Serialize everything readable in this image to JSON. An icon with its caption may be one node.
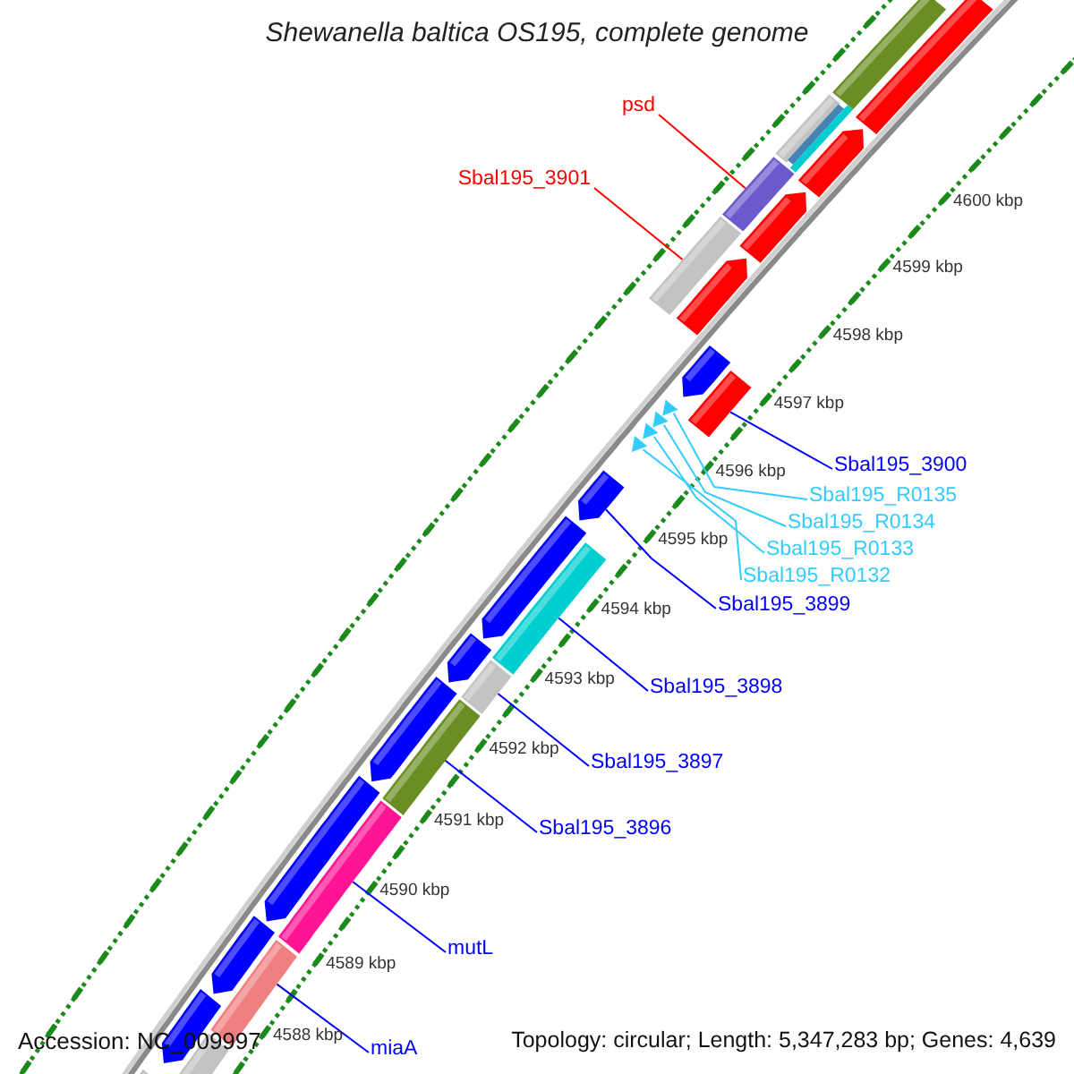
{
  "diagram": {
    "title": "Shewanella baltica OS195, complete genome",
    "nodes": [
      {
        "text": [],
        "shape": "box"
      },
      {
        "text": [],
        "shape": "box"
      },
      {
        "text": [
          "psd"
        ]
      },
      {
        "text": [],
        "shape": "box"
      },
      {
        "text": [],
        "shape": "box"
      },
      {
        "text": [],
        "shape": "box"
      },
      {
        "text": [],
        "shape": "pentagon"
      },
      {
        "text": [
          "Sbal195_3901"
        ]
      },
      {
        "text": [],
        "shape": "box"
      },
      {
        "text": [],
        "shape": "pentagon"
      },
      {
        "text": [],
        "shape": "box"
      },
      {
        "text": [],
        "shape": "pentagon"
      },
      {
        "text": [],
        "shape": "pentagon"
      },
      {
        "text": [],
        "shape": "box"
      },
      {
        "text": [],
        "shape": "triangle"
      },
      {
        "text": [],
        "shape": "triangle"
      },
      {
        "text": [],
        "shape": "triangle"
      },
      {
        "text": [],
        "shape": "triangle"
      },
      {
        "text": [
          "Sbal195_3900"
        ]
      },
      {
        "text": [
          "Sbal195_R0135"
        ]
      },
      {
        "text": [
          "Sbal195_R0134"
        ]
      },
      {
        "text": [
          "Sbal195_R0133"
        ]
      },
      {
        "text": [
          "Sbal195_R0132"
        ]
      },
      {
        "text": [],
        "shape": "pentagon"
      },
      {
        "text": [
          "Sbal195_3899"
        ]
      },
      {
        "text": [],
        "shape": "pentagon"
      },
      {
        "text": [],
        "shape": "box"
      },
      {
        "text": [],
        "shape": "pentagon"
      },
      {
        "text": [],
        "shape": "box"
      },
      {
        "text": [
          "Sbal195_3898"
        ]
      },
      {
        "text": [
          "Sbal195_3897"
        ]
      },
      {
        "text": [],
        "shape": "pentagon"
      },
      {
        "text": [],
        "shape": "box"
      },
      {
        "text": [
          "Sbal195_3896"
        ]
      },
      {
        "text": [],
        "shape": "pentagon"
      },
      {
        "text": [],
        "shape": "box"
      },
      {
        "text": [
          "mutL"
        ]
      },
      {
        "text": [],
        "shape": "pentagon"
      },
      {
        "text": [],
        "shape": "box"
      },
      {
        "text": [],
        "shape": "pentagon"
      },
      {
        "text": [],
        "shape": "box"
      },
      {
        "text": [
          "miaA"
        ]
      },
      {
        "text": [],
        "shape": "box"
      }
    ],
    "edges": [
      {
        "from": 2,
        "to": 8,
        "arrow": "none",
        "color": "#ff0000"
      },
      {
        "from": 7,
        "to": 10,
        "arrow": "none",
        "color": "#ff0000"
      },
      {
        "from": 18,
        "to": 13,
        "arrow": "none"
      },
      {
        "from": 19,
        "to": 14,
        "arrow": "none",
        "color": "#33ccff"
      },
      {
        "from": 20,
        "to": 15,
        "arrow": "none",
        "color": "#33ccff"
      },
      {
        "from": 21,
        "to": 16,
        "arrow": "none",
        "color": "#33ccff"
      },
      {
        "from": 22,
        "to": 17,
        "arrow": "none",
        "color": "#33ccff"
      },
      {
        "from": 24,
        "to": 23,
        "arrow": "none"
      },
      {
        "from": 29,
        "to": 26,
        "arrow": "none"
      },
      {
        "from": 30,
        "to": 28,
        "arrow": "none"
      },
      {
        "from": 33,
        "to": 32,
        "arrow": "none"
      },
      {
        "from": 36,
        "to": 35,
        "arrow": "none"
      },
      {
        "from": 41,
        "to": 38,
        "arrow": "none"
      }
    ],
    "labels": [
      "4600 kbp",
      "4599 kbp",
      "4598 kbp",
      "4597 kbp",
      "4596 kbp",
      "4595 kbp",
      "4594 kbp",
      "4593 kbp",
      "4592 kbp",
      "4591 kbp",
      "4590 kbp",
      "4589 kbp",
      "4588 kbp",
      "Accession: NC_009997",
      "Topology: circular; Length: 5,347,283 bp; Genes: 4,639"
    ]
  }
}
